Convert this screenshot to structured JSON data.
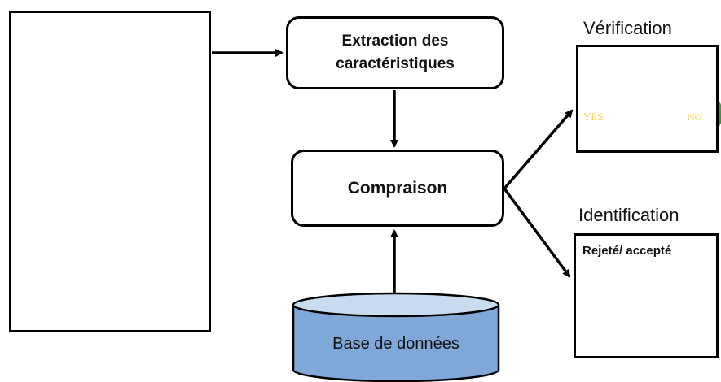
{
  "extraction": {
    "line1": "Extraction des",
    "line2": "caractéristiques"
  },
  "comparison": {
    "label": "Compraison"
  },
  "database": {
    "label": "Base de données"
  },
  "verification": {
    "title": "Vérification",
    "yes_label": "YES",
    "no_label": "NO"
  },
  "identification": {
    "title": "Identification",
    "result_label": "Rejeté/ accepté"
  },
  "colors": {
    "db_fill": "#7fa8d8",
    "db_top": "#c9dbef",
    "yes_ball": "#d42a1e",
    "no_ball": "#2aa52a",
    "check": "#e8c21c"
  },
  "input_icons": [
    "question-person-icon",
    "fingerprint-icon",
    "eye-iris-icon",
    "palm-print-icon"
  ]
}
